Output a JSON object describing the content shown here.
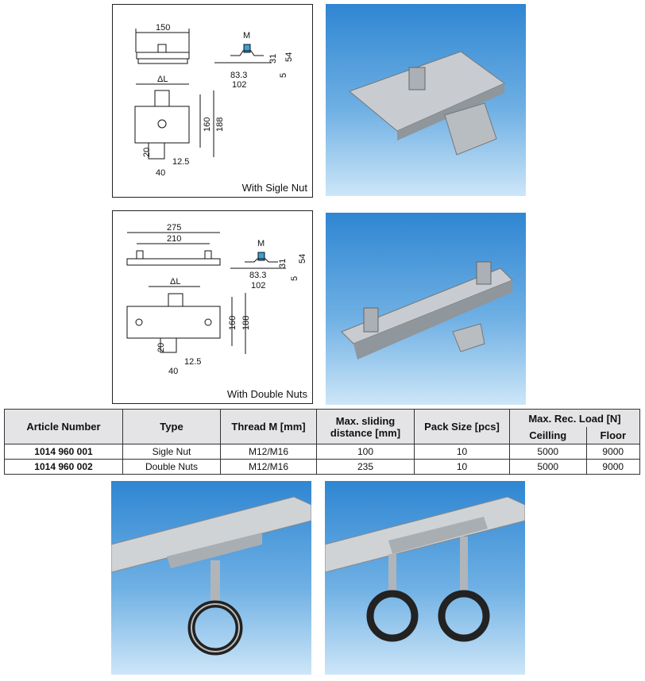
{
  "products": [
    {
      "caption": "With Sigle Nut",
      "dims": {
        "width": "150",
        "m": "M",
        "h31": "31",
        "h54": "54",
        "h5": "5",
        "w83": "83.3",
        "w102": "102",
        "dl": "ΔL",
        "h160": "160",
        "h188": "188",
        "h20": "20",
        "w12": "12.5",
        "w40": "40"
      }
    },
    {
      "caption": "With Double Nuts",
      "dims": {
        "width": "275",
        "inner": "210",
        "m": "M",
        "h31": "31",
        "h54": "54",
        "h5": "5",
        "w83": "83.3",
        "w102": "102",
        "dl": "ΔL",
        "h160": "160",
        "h188": "188",
        "h20": "20",
        "w12": "12.5",
        "w40": "40"
      }
    }
  ],
  "table": {
    "headers": {
      "article": "Article Number",
      "type": "Type",
      "thread": "Thread M [mm]",
      "sliding": "Max. sliding distance [mm]",
      "pack": "Pack Size [pcs]",
      "load": "Max. Rec. Load [N]",
      "ceiling": "Ceilling",
      "floor": "Floor"
    },
    "rows": [
      {
        "article": "1014 960 001",
        "type": "Sigle Nut",
        "thread": "M12/M16",
        "sliding": "100",
        "pack": "10",
        "ceiling": "5000",
        "floor": "9000"
      },
      {
        "article": "1014 960 002",
        "type": "Double Nuts",
        "thread": "M12/M16",
        "sliding": "235",
        "pack": "10",
        "ceiling": "5000",
        "floor": "9000"
      }
    ]
  }
}
